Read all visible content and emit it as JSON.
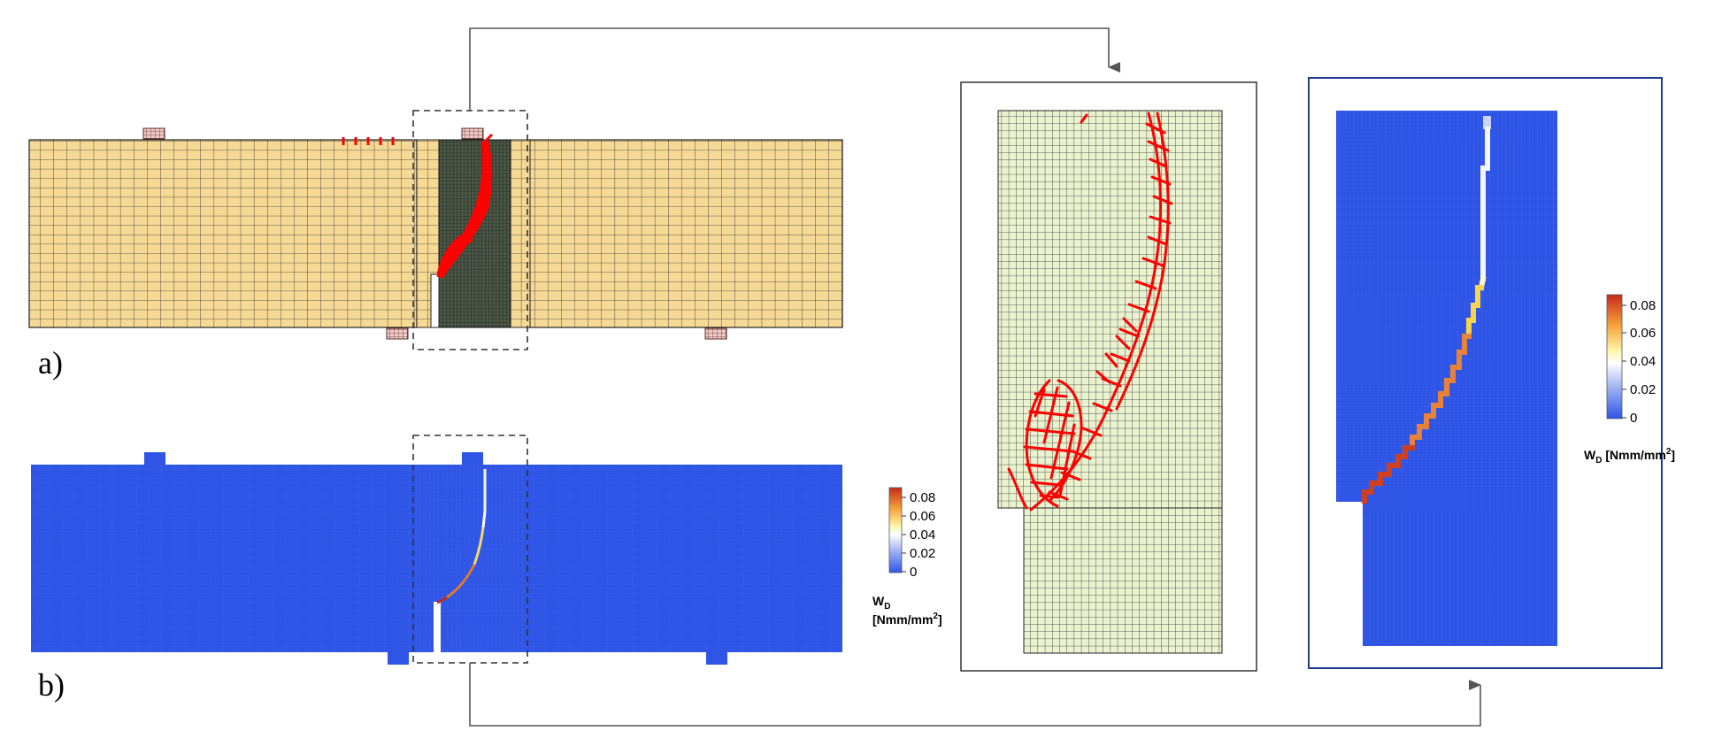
{
  "panel_a_label": "a)",
  "panel_b_label": "b)",
  "legend_small": {
    "ticks": [
      "0.08",
      "0.06",
      "0.04",
      "0.02",
      "0"
    ],
    "symbol": "W",
    "symbol_sub": "D",
    "unit_prefix": "[Nmm/mm",
    "unit_sup": "2",
    "unit_suffix": "]"
  },
  "legend_large": {
    "ticks": [
      "0.08",
      "0.06",
      "0.04",
      "0.02",
      "0"
    ],
    "symbol": "W",
    "symbol_sub": "D",
    "unit_prefix": " [Nmm/mm",
    "unit_sup": "2",
    "unit_suffix": "]"
  },
  "colors": {
    "mesh_fill": "#f6d995",
    "fine_mesh_fill": "#3a4536",
    "crack_red": "#ff0000",
    "field_blue": "#2f55e6",
    "zoom_mesh_fill": "#eaf3cf",
    "frame_a": "#333333",
    "frame_b": "#1f3c8c"
  }
}
